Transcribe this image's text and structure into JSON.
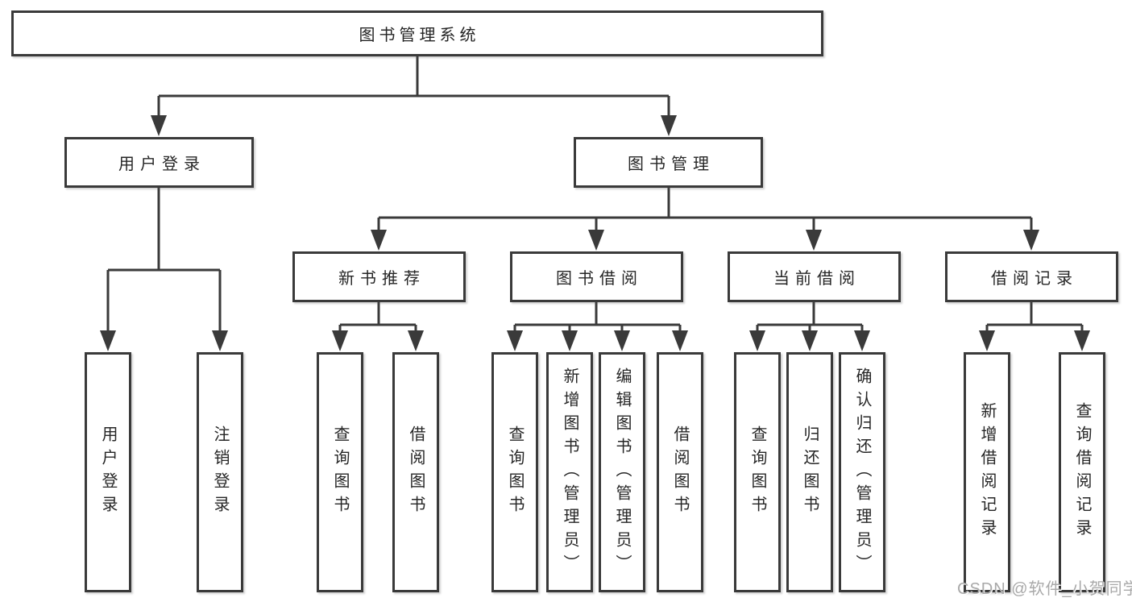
{
  "tree": {
    "label": "图书管理系统",
    "children": [
      {
        "label": "用户登录",
        "children": [
          {
            "label": "用户登录"
          },
          {
            "label": "注销登录"
          }
        ]
      },
      {
        "label": "图书管理",
        "children": [
          {
            "label": "新书推荐",
            "children": [
              {
                "label": "查询图书"
              },
              {
                "label": "借阅图书"
              }
            ]
          },
          {
            "label": "图书借阅",
            "children": [
              {
                "label": "查询图书"
              },
              {
                "label": "新增图书（管理员）"
              },
              {
                "label": "编辑图书（管理员）"
              },
              {
                "label": "借阅图书"
              }
            ]
          },
          {
            "label": "当前借阅",
            "children": [
              {
                "label": "查询图书"
              },
              {
                "label": "归还图书"
              },
              {
                "label": "确认归还（管理员）"
              }
            ]
          },
          {
            "label": "借阅记录",
            "children": [
              {
                "label": "新增借阅记录"
              },
              {
                "label": "查询借阅记录"
              }
            ]
          }
        ]
      }
    ]
  },
  "watermark": {
    "text": "CSDN @软件_小贺同学"
  },
  "colors": {
    "line": "#3a3a3a",
    "box_border": "#3a3a3a",
    "text": "#262626",
    "watermark": "#a9a9a9"
  }
}
